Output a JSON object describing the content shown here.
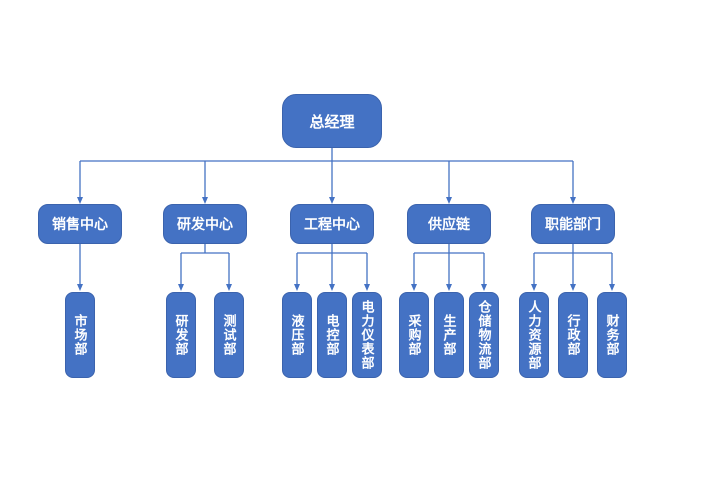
{
  "diagram": {
    "type": "org-chart",
    "background_color": "#ffffff",
    "node_fill_color": "#4472C4",
    "node_border_color": "#3b63ad",
    "node_text_color": "#ffffff",
    "connector_color": "#4472C4",
    "root": {
      "label": "总经理"
    },
    "groups": [
      {
        "parent": {
          "label": "销售中心"
        },
        "children": [
          {
            "label": "市场部"
          }
        ]
      },
      {
        "parent": {
          "label": "研发中心"
        },
        "children": [
          {
            "label": "研发部"
          },
          {
            "label": "测试部"
          }
        ]
      },
      {
        "parent": {
          "label": "工程中心"
        },
        "children": [
          {
            "label": "液压部"
          },
          {
            "label": "电控部"
          },
          {
            "label": "电力仪表部"
          }
        ]
      },
      {
        "parent": {
          "label": "供应链"
        },
        "children": [
          {
            "label": "采购部"
          },
          {
            "label": "生产部"
          },
          {
            "label": "仓储物流部"
          }
        ]
      },
      {
        "parent": {
          "label": "职能部门"
        },
        "children": [
          {
            "label": "人力资源部"
          },
          {
            "label": "行政部"
          },
          {
            "label": "财务部"
          }
        ]
      }
    ]
  }
}
